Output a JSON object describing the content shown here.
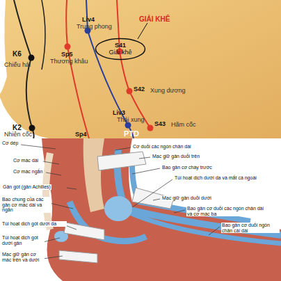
{
  "diagram": {
    "nodes": [
      {
        "text": [
          "S41",
          "Giải khê"
        ]
      }
    ],
    "labels": [
      "Liv4",
      "Trung phong",
      "GIẢI KHÊ",
      "K6",
      "Chiếu hải",
      "Sp5",
      "Thương khâu",
      "S42",
      "Xung dương",
      "Liv3",
      "Thái xung",
      "S43",
      "Hãm cốc",
      "K2",
      "Nhiên cốc",
      "Sp4",
      "PTD",
      "Cơ dép",
      "Cơ mác dài",
      "Cơ mác ngắn",
      "Gân gót (gân Achilles)",
      "Bao chung của các gân cơ mác dài và ngắn",
      "Túi hoạt dịch gót dưới da",
      "Túi hoạt dịch gót dưới gân",
      "Mạc giữ gân cơ mác trên và dưới",
      "Cơ duỗi các ngón chân dài",
      "Mạc giữ gân duỗi trên",
      "Bao gân cơ chày trước",
      "Túi hoạt dịch dưới da và mắt cá ngoài",
      "Mạc giữ gân duỗi dưới",
      "Bao gân cơ duỗi các ngón chân dài và cơ mác ba",
      "Bao gân cơ duỗi ngón chân cái dài"
    ]
  }
}
